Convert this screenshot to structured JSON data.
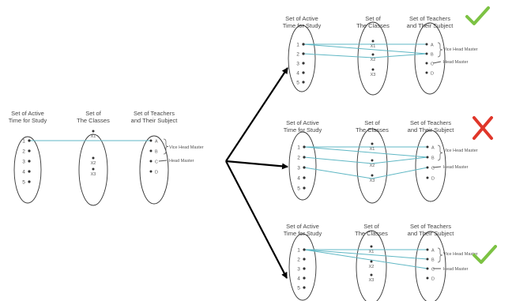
{
  "headers": {
    "left": [
      "Set of Active",
      "Time for Study"
    ],
    "middle": [
      "Set of",
      "The Classes"
    ],
    "right": [
      "Set of Teachers",
      "and Their Subject"
    ]
  },
  "domain_items": [
    "1",
    "2",
    "3",
    "4",
    "5"
  ],
  "class_items": [
    "X1",
    "X2",
    "X3"
  ],
  "teacher_items": [
    "A",
    "B",
    "C",
    "D"
  ],
  "roles": [
    "Vice Head Master",
    "Head Master"
  ],
  "colors": {
    "mapping_line": "#5fb7c4",
    "arrow": "#000000",
    "check": "#7cc243",
    "cross": "#e0362a"
  },
  "panels": [
    {
      "id": "original",
      "verdict": "none"
    },
    {
      "id": "top-right",
      "verdict": "valid"
    },
    {
      "id": "middle-right",
      "verdict": "invalid"
    },
    {
      "id": "bottom-right",
      "verdict": "valid"
    }
  ]
}
